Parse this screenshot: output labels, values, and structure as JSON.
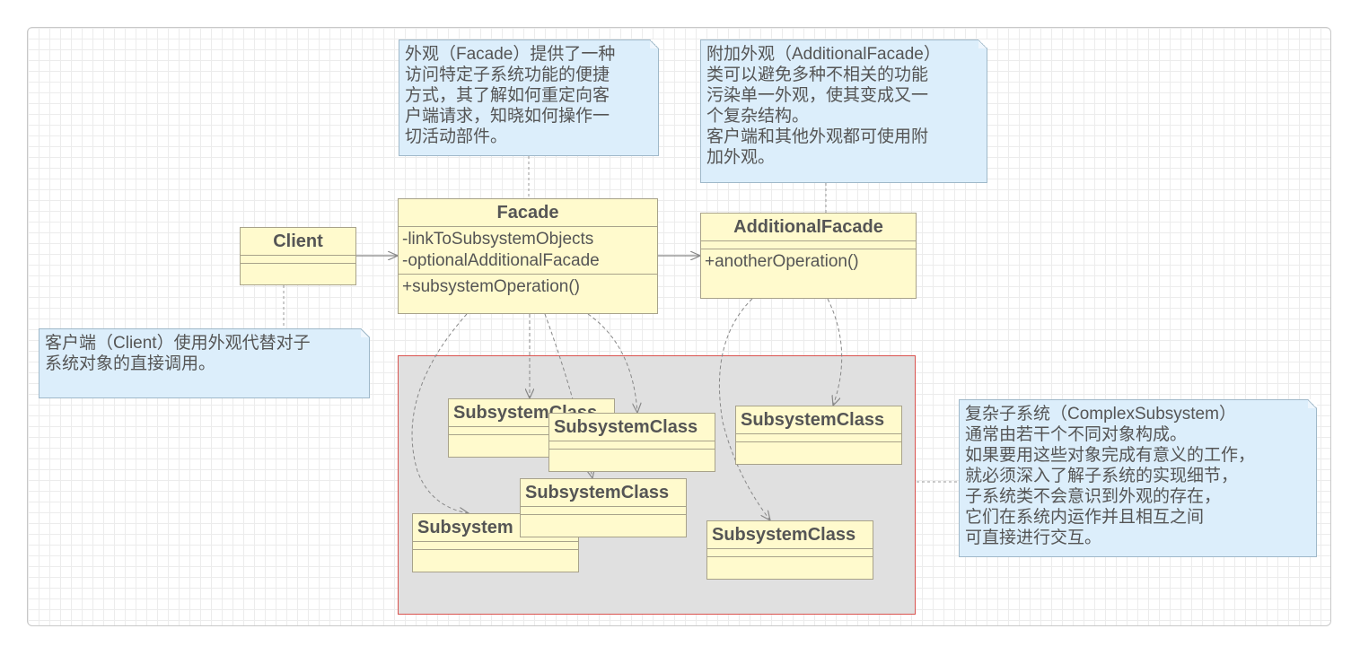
{
  "classes": {
    "client": {
      "name": "Client"
    },
    "facade": {
      "name": "Facade",
      "attributes": [
        "-linkToSubsystemObjects",
        "-optionalAdditionalFacade"
      ],
      "operations": [
        "+subsystemOperation()"
      ]
    },
    "additional": {
      "name": "AdditionalFacade",
      "operations": [
        "+anotherOperation()"
      ]
    }
  },
  "subsystem_classes": [
    "SubsystemClass",
    "SubsystemClass",
    "SubsystemClass",
    "SubsystemClass",
    "Subsystem",
    "SubsystemClass"
  ],
  "notes": {
    "facade": [
      "外观（Facade）提供了一种",
      "访问特定子系统功能的便捷",
      "方式，其了解如何重定向客",
      "户端请求，知晓如何操作一",
      "切活动部件。"
    ],
    "additional": [
      "附加外观（AdditionalFacade）",
      "类可以避免多种不相关的功能",
      "污染单一外观，使其变成又一",
      "个复杂结构。",
      "客户端和其他外观都可使用附",
      "加外观。"
    ],
    "client": [
      "客户端（Client）使用外观代替对子",
      "系统对象的直接调用。"
    ],
    "subsystem": [
      "复杂子系统（ComplexSubsystem）",
      "通常由若干个不同对象构成。",
      "如果要用这些对象完成有意义的工作，",
      "就必须深入了解子系统的实现细节，",
      "子系统类不会意识到外观的存在，",
      "它们在系统内运作并且相互之间",
      "可直接进行交互。"
    ]
  },
  "colors": {
    "class_fill": "#fffacd",
    "note_fill": "#dceefb",
    "subsystem_fill": "#e0e0e0",
    "subsystem_border": "#d9534f"
  }
}
